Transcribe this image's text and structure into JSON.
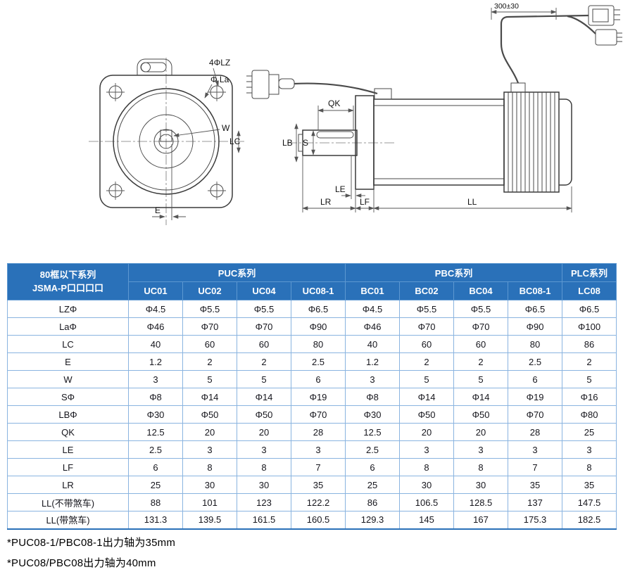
{
  "page": {
    "accent_blue": "#2a71b9",
    "grid_blue": "#8ab4e0"
  },
  "diagram": {
    "labels": {
      "holes": "4ΦLZ",
      "pilot": "Φ La",
      "key_width": "W",
      "frame": "LC",
      "offset_e": "E",
      "key_length": "QK",
      "pilot_dia": "LB",
      "shaft_dia": "S",
      "le": "LE",
      "lr": "LR",
      "lf": "LF",
      "ll": "LL",
      "cable_length": "300±30"
    }
  },
  "table": {
    "header": {
      "series_label_line1": "80框以下系列",
      "series_label_line2": "JSMA-P口口口口",
      "groups": [
        {
          "label": "PUC系列",
          "span": 4
        },
        {
          "label": "PBC系列",
          "span": 4
        },
        {
          "label": "PLC系列",
          "span": 1
        }
      ],
      "models": [
        "UC01",
        "UC02",
        "UC04",
        "UC08-1",
        "BC01",
        "BC02",
        "BC04",
        "BC08-1",
        "LC08"
      ]
    },
    "rows": [
      {
        "label": "LZΦ",
        "values": [
          "Φ4.5",
          "Φ5.5",
          "Φ5.5",
          "Φ6.5",
          "Φ4.5",
          "Φ5.5",
          "Φ5.5",
          "Φ6.5",
          "Φ6.5"
        ]
      },
      {
        "label": "LaΦ",
        "values": [
          "Φ46",
          "Φ70",
          "Φ70",
          "Φ90",
          "Φ46",
          "Φ70",
          "Φ70",
          "Φ90",
          "Φ100"
        ]
      },
      {
        "label": "LC",
        "values": [
          "40",
          "60",
          "60",
          "80",
          "40",
          "60",
          "60",
          "80",
          "86"
        ]
      },
      {
        "label": "E",
        "values": [
          "1.2",
          "2",
          "2",
          "2.5",
          "1.2",
          "2",
          "2",
          "2.5",
          "2"
        ]
      },
      {
        "label": "W",
        "values": [
          "3",
          "5",
          "5",
          "6",
          "3",
          "5",
          "5",
          "6",
          "5"
        ]
      },
      {
        "label": "SΦ",
        "values": [
          "Φ8",
          "Φ14",
          "Φ14",
          "Φ19",
          "Φ8",
          "Φ14",
          "Φ14",
          "Φ19",
          "Φ16"
        ]
      },
      {
        "label": "LBΦ",
        "values": [
          "Φ30",
          "Φ50",
          "Φ50",
          "Φ70",
          "Φ30",
          "Φ50",
          "Φ50",
          "Φ70",
          "Φ80"
        ]
      },
      {
        "label": "QK",
        "values": [
          "12.5",
          "20",
          "20",
          "28",
          "12.5",
          "20",
          "20",
          "28",
          "25"
        ]
      },
      {
        "label": "LE",
        "values": [
          "2.5",
          "3",
          "3",
          "3",
          "2.5",
          "3",
          "3",
          "3",
          "3"
        ]
      },
      {
        "label": "LF",
        "values": [
          "6",
          "8",
          "8",
          "7",
          "6",
          "8",
          "8",
          "7",
          "8"
        ]
      },
      {
        "label": "LR",
        "values": [
          "25",
          "30",
          "30",
          "35",
          "25",
          "30",
          "30",
          "35",
          "35"
        ]
      },
      {
        "label": "LL(不带煞车)",
        "values": [
          "88",
          "101",
          "123",
          "122.2",
          "86",
          "106.5",
          "128.5",
          "137",
          "147.5"
        ]
      },
      {
        "label": "LL(带煞车)",
        "values": [
          "131.3",
          "139.5",
          "161.5",
          "160.5",
          "129.3",
          "145",
          "167",
          "175.3",
          "182.5"
        ]
      }
    ]
  },
  "notes": {
    "line1": "*PUC08-1/PBC08-1出力轴为35mm",
    "line2": "*PUC08/PBC08出力轴为40mm"
  }
}
